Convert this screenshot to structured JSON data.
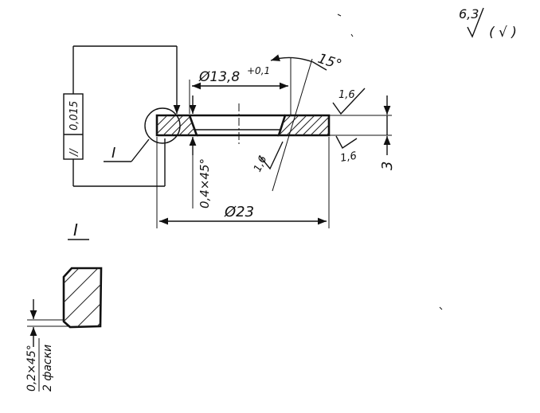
{
  "drawing": {
    "roughness": {
      "general": "6,3",
      "general_suffix": "( √ )",
      "face_top": "1,6",
      "face_bottom": "1,6",
      "bore": "1,6"
    },
    "dimensions": {
      "bore_diameter": "Ø13,8",
      "bore_tolerance": "+0,1",
      "angle": "15°",
      "chamfer": "0,4×45°",
      "outer_diameter": "Ø23",
      "thickness": "3"
    },
    "parallelism_tolerance": {
      "symbol": "//",
      "value": "0,015"
    },
    "detail": {
      "callout": "I",
      "title": "I",
      "chamfer_line1": "0,2×45°",
      "chamfer_line2": "2 фаски"
    }
  }
}
